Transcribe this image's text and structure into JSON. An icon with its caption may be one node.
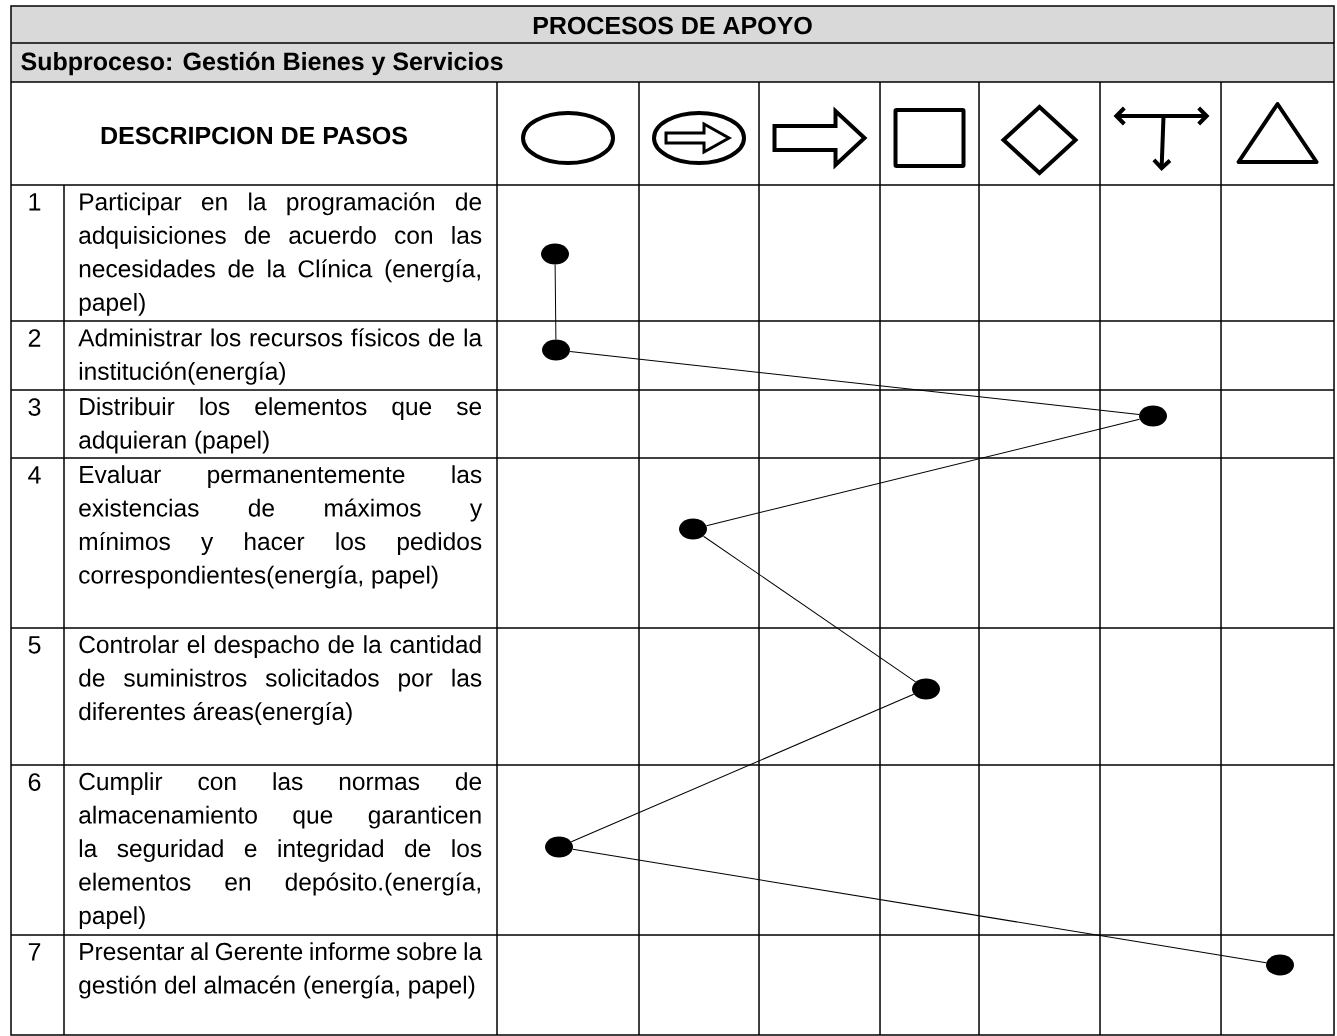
{
  "diagram": {
    "title": "PROCESOS DE APOYO",
    "nodes": [
      {
        "text": [],
        "shape": "circle"
      },
      {
        "text": [],
        "shape": "circle"
      },
      {
        "text": [],
        "shape": "circle"
      },
      {
        "text": [],
        "shape": "circle"
      },
      {
        "text": [],
        "shape": "circle"
      },
      {
        "text": [],
        "shape": "circle"
      },
      {
        "text": [],
        "shape": "circle"
      }
    ],
    "edges": [
      {
        "from": 0,
        "to": 1,
        "arrow": "none"
      },
      {
        "from": 1,
        "to": 2,
        "arrow": "none"
      },
      {
        "from": 2,
        "to": 3,
        "arrow": "none"
      },
      {
        "from": 3,
        "to": 4,
        "arrow": "none"
      },
      {
        "from": 4,
        "to": 5,
        "arrow": "none"
      },
      {
        "from": 5,
        "to": 6,
        "arrow": "none"
      }
    ],
    "labels": [
      "Subproceso: Gestión Bienes y Servicios",
      "DESCRIPCION DE PASOS",
      "1",
      "Participar en la programación de adquisiciones de acuerdo con las necesidades de la Clínica (energía, papel)",
      "2",
      "Administrar los recursos físicos de la institución(energía)",
      "3",
      "Distribuir los elementos que se adquieran (papel)",
      "4",
      "Evaluar permanentemente las existencias de máximos y mínimos y hacer los pedidos correspondientes(energía, papel)",
      "5",
      "Controlar el despacho de la cantidad de suministros solicitados por las diferentes áreas(energía)",
      "6",
      "Cumplir con las normas de almacenamiento que garanticen la seguridad e integridad de los elementos en depósito.(energía, papel)",
      "7",
      "Presentar al Gerente informe sobre la gestión del almacén (energía, papel)"
    ]
  }
}
